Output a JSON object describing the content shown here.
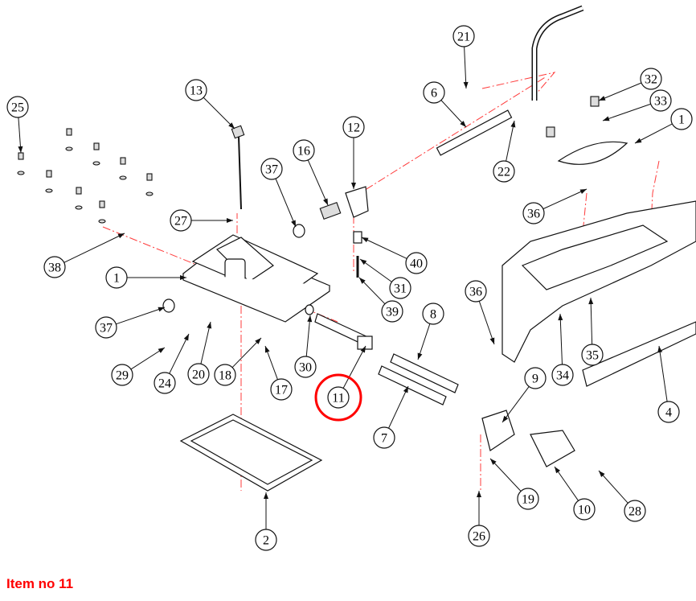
{
  "caption": "Item no 11",
  "highlight_color": "#ff0000",
  "callouts": [
    {
      "label": "25"
    },
    {
      "label": "13"
    },
    {
      "label": "21"
    },
    {
      "label": "6"
    },
    {
      "label": "12"
    },
    {
      "label": "16"
    },
    {
      "label": "37"
    },
    {
      "label": "22"
    },
    {
      "label": "32"
    },
    {
      "label": "33"
    },
    {
      "label": "1"
    },
    {
      "label": "36"
    },
    {
      "label": "27"
    },
    {
      "label": "38"
    },
    {
      "label": "1"
    },
    {
      "label": "40"
    },
    {
      "label": "31"
    },
    {
      "label": "39"
    },
    {
      "label": "36"
    },
    {
      "label": "37"
    },
    {
      "label": "8"
    },
    {
      "label": "30"
    },
    {
      "label": "29"
    },
    {
      "label": "24"
    },
    {
      "label": "20"
    },
    {
      "label": "18"
    },
    {
      "label": "17"
    },
    {
      "label": "11",
      "highlighted": true
    },
    {
      "label": "9"
    },
    {
      "label": "34"
    },
    {
      "label": "35"
    },
    {
      "label": "7"
    },
    {
      "label": "4"
    },
    {
      "label": "19"
    },
    {
      "label": "10"
    },
    {
      "label": "28"
    },
    {
      "label": "26"
    },
    {
      "label": "2"
    }
  ]
}
